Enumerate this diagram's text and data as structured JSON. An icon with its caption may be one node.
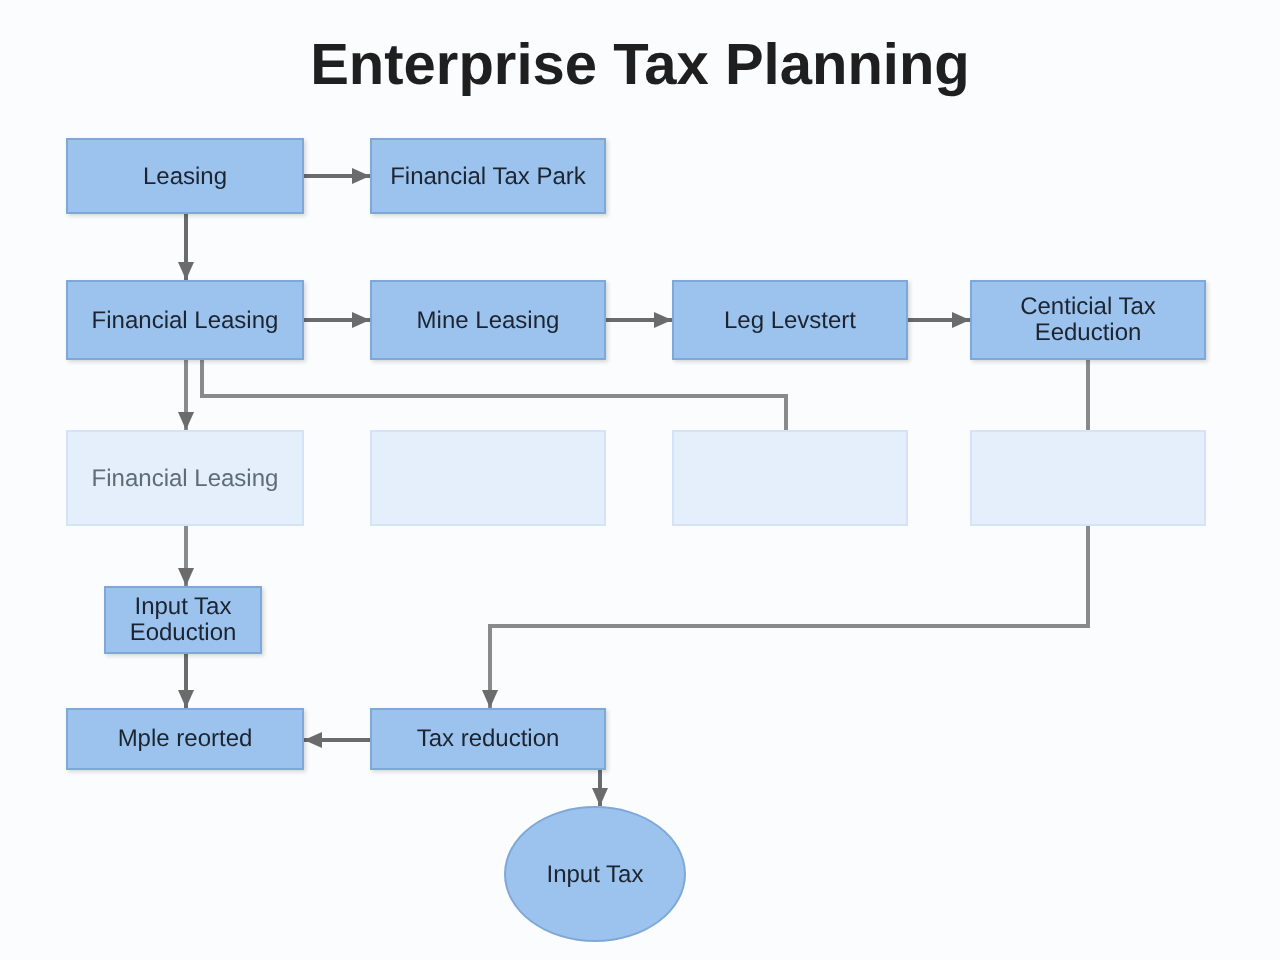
{
  "diagram": {
    "title": "Enterprise Tax Planning",
    "nodes": [
      {
        "text": [
          "Leasing"
        ]
      },
      {
        "text": [
          "Financial Tax Park"
        ]
      },
      {
        "text": [
          "Financial Leasing"
        ]
      },
      {
        "text": [
          "Mine Leasing"
        ]
      },
      {
        "text": [
          "Leg Levstert"
        ]
      },
      {
        "text": [
          "Centicial Tax Eeduction"
        ]
      },
      {
        "text": [
          "Financial Leasing"
        ]
      },
      {
        "text": [],
        "shape": "box"
      },
      {
        "text": [],
        "shape": "box"
      },
      {
        "text": [],
        "shape": "box"
      },
      {
        "text": [
          "Input Tax Eoduction"
        ]
      },
      {
        "text": [
          "Mple reorted"
        ]
      },
      {
        "text": [
          "Tax reduction"
        ]
      },
      {
        "text": [
          "Input Tax"
        ]
      }
    ],
    "edges": [
      {
        "from": 0,
        "to": 1,
        "arrow": "to"
      },
      {
        "from": 0,
        "to": 2,
        "arrow": "to"
      },
      {
        "from": 2,
        "to": 3,
        "arrow": "to"
      },
      {
        "from": 3,
        "to": 4,
        "arrow": "to"
      },
      {
        "from": 4,
        "to": 5,
        "arrow": "to"
      },
      {
        "from": 2,
        "to": 6,
        "arrow": "to"
      },
      {
        "from": 2,
        "to": 8,
        "arrow": "none"
      },
      {
        "from": 5,
        "to": 9,
        "arrow": "none"
      },
      {
        "from": 9,
        "to": 12,
        "arrow": "to"
      },
      {
        "from": 6,
        "to": 10,
        "arrow": "to"
      },
      {
        "from": 10,
        "to": 11,
        "arrow": "to"
      },
      {
        "from": 12,
        "to": 11,
        "arrow": "to"
      },
      {
        "from": 12,
        "to": 13,
        "arrow": "to"
      }
    ]
  }
}
